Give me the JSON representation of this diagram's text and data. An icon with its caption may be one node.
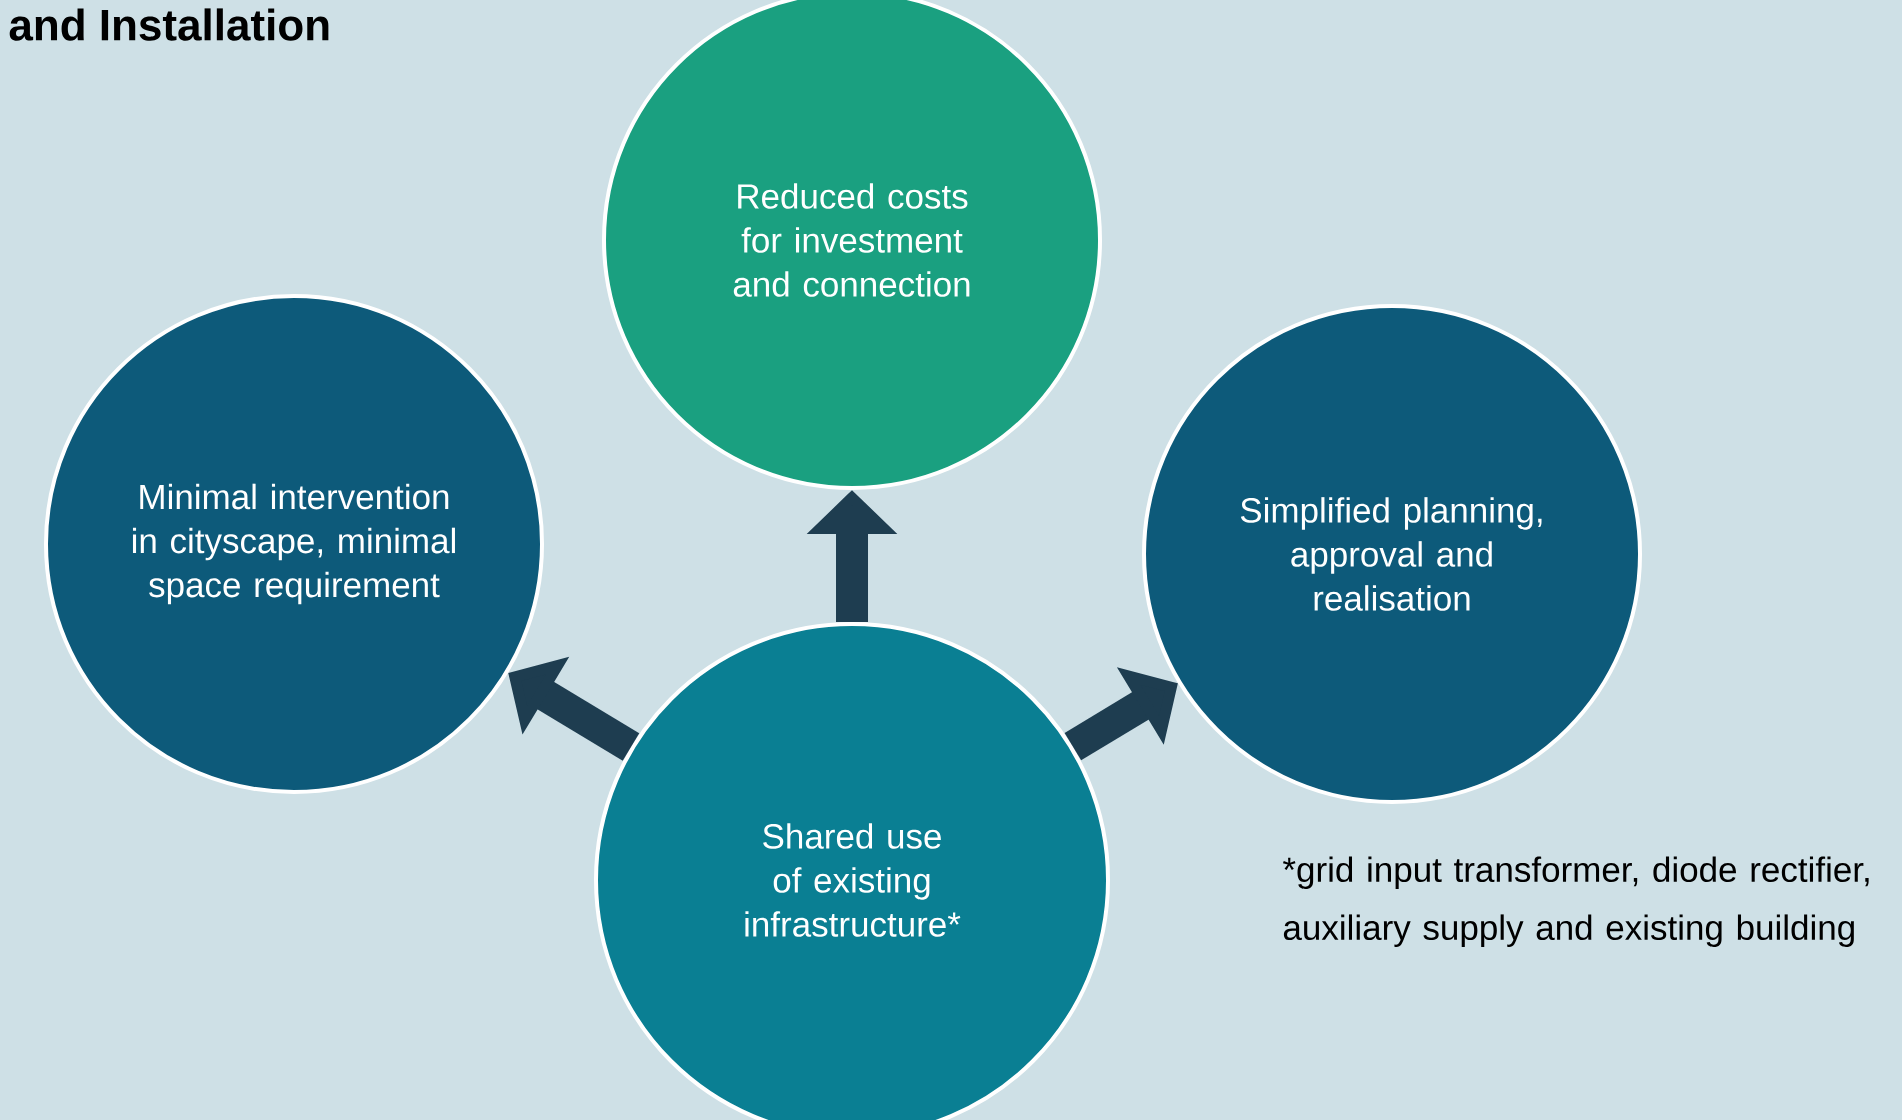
{
  "diagram": {
    "title": "and Installation",
    "nodes": [
      {
        "text": [
          "Reduced costs for investment and connection"
        ]
      },
      {
        "text": [
          "Minimal intervention in cityscape, minimal space requirement"
        ]
      },
      {
        "text": [
          "Simplified planning, approval and realisation"
        ]
      },
      {
        "text": [
          "Shared use of existing infrastructure*"
        ]
      }
    ],
    "edges": [
      {
        "from": 3,
        "to": 0,
        "arrow": "to"
      },
      {
        "from": 3,
        "to": 1,
        "arrow": "to"
      },
      {
        "from": 3,
        "to": 2,
        "arrow": "to"
      }
    ],
    "labels": [
      "*grid input transformer, diode rectifier, auxiliary supply and existing building"
    ]
  }
}
